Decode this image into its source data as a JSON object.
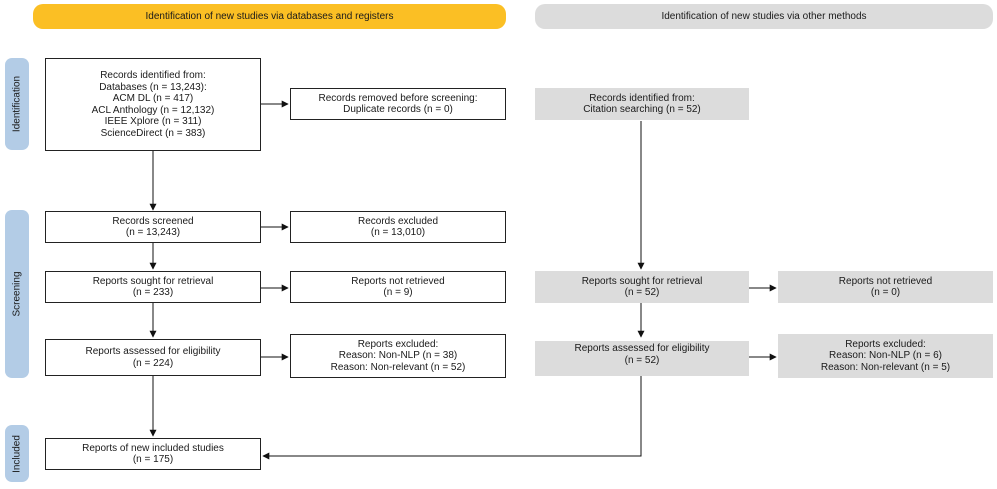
{
  "headers": {
    "databases": "Identification of new studies via databases and registers",
    "other": "Identification of new studies via other methods"
  },
  "phases": {
    "identification": "Identification",
    "screening": "Screening",
    "included": "Included"
  },
  "left": {
    "identified": {
      "lines": [
        "Records identified from:",
        "Databases (n = 13,243):",
        "ACM DL (n = 417)",
        "ACL Anthology (n = 12,132)",
        "IEEE Xplore (n = 311)",
        "ScienceDirect (n = 383)"
      ]
    },
    "removed": {
      "lines": [
        "Records removed before screening:",
        "Duplicate records (n = 0)"
      ]
    },
    "screened": {
      "lines": [
        "Records screened",
        "(n = 13,243)"
      ]
    },
    "excluded": {
      "lines": [
        "Records excluded",
        "(n = 13,010)"
      ]
    },
    "sought": {
      "lines": [
        "Reports sought for retrieval",
        "(n = 233)"
      ]
    },
    "not_retrieved": {
      "lines": [
        "Reports not retrieved",
        "(n = 9)"
      ]
    },
    "assessed": {
      "lines": [
        "Reports assessed for eligibility",
        "(n = 224)"
      ]
    },
    "reports_excluded": {
      "lines": [
        "Reports excluded:",
        "Reason: Non-NLP (n = 38)",
        "Reason: Non-relevant (n = 52)"
      ]
    },
    "included": {
      "lines": [
        "Reports of new included studies",
        "(n = 175)"
      ]
    }
  },
  "right": {
    "identified": {
      "lines": [
        "Records identified from:",
        "Citation searching (n = 52)"
      ]
    },
    "sought": {
      "lines": [
        "Reports sought for retrieval",
        "(n = 52)"
      ]
    },
    "not_retrieved": {
      "lines": [
        "Reports not retrieved",
        "(n = 0)"
      ]
    },
    "assessed": {
      "lines": [
        "Reports assessed for eligibility",
        "(n = 52)"
      ]
    },
    "reports_excluded": {
      "lines": [
        "Reports excluded:",
        "Reason: Non-NLP (n = 6)",
        "Reason: Non-relevant (n = 5)"
      ]
    }
  },
  "colors": {
    "header_databases": "#fbbf24",
    "header_other": "#dcdcdc",
    "phase_bar": "#b3cce6",
    "grey_box": "#dcdcdc"
  }
}
